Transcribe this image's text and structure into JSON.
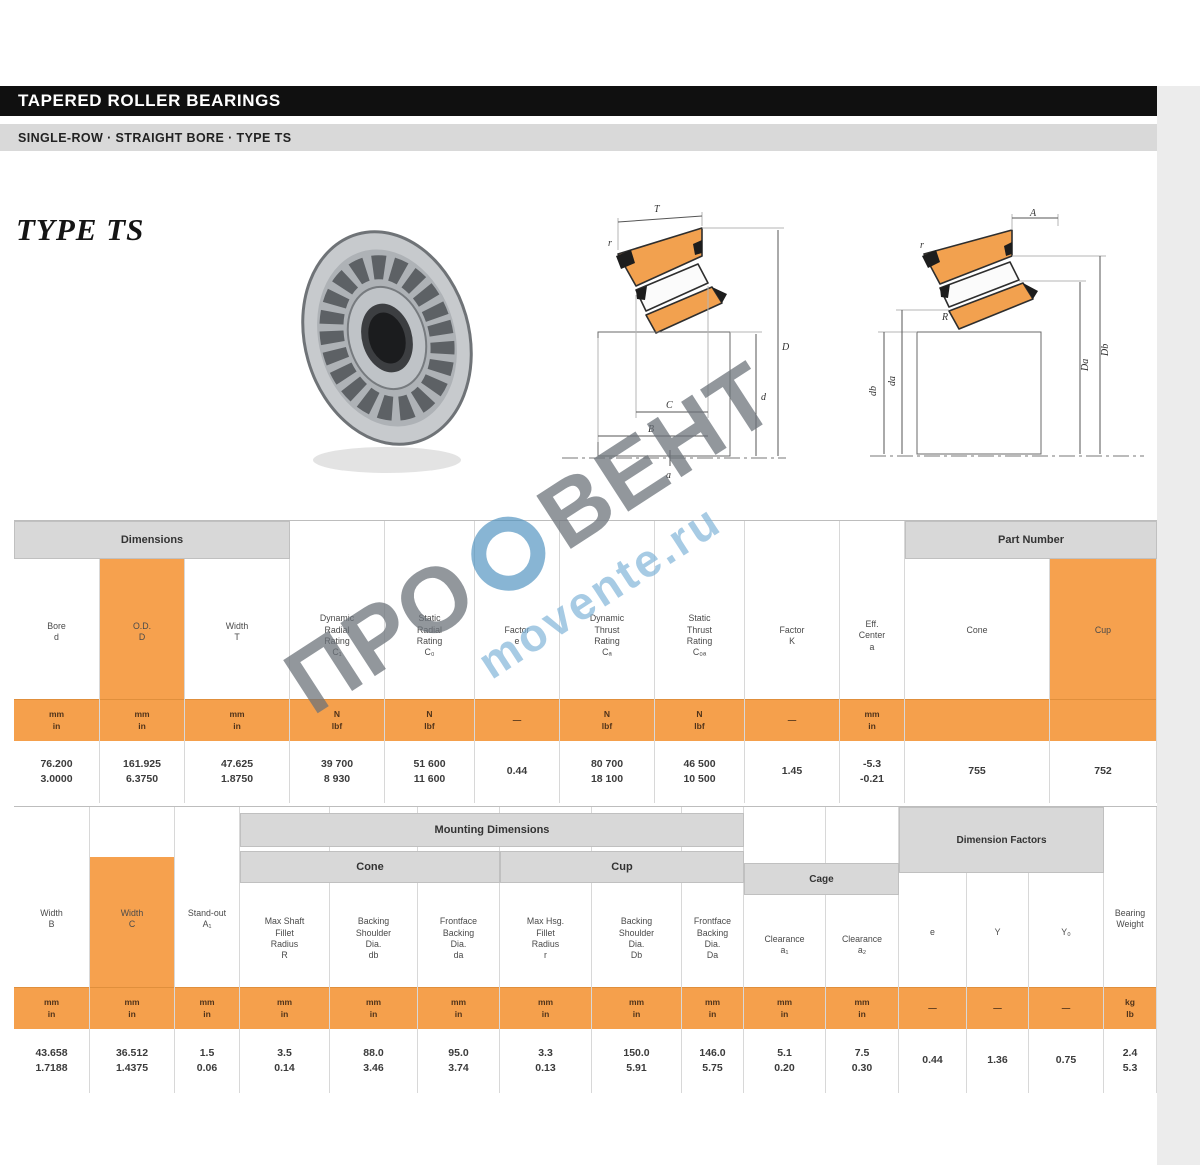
{
  "page": {
    "title": "TAPERED ROLLER BEARINGS",
    "subtitle": "SINGLE-ROW  ·  STRAIGHT BORE  ·  TYPE TS",
    "type_label": "TYPE TS"
  },
  "watermark": {
    "brand_left": "ПРО",
    "brand_right": "ВЕНТ",
    "site": "movente.ru"
  },
  "diagrams": {
    "d1": {
      "T": "T",
      "C": "C",
      "B": "B",
      "d": "d",
      "D": "D",
      "r": "r",
      "a": "a"
    },
    "d2": {
      "A": "A",
      "db": "db",
      "da": "da",
      "Db": "Db",
      "Da": "Da",
      "r": "r",
      "R": "R"
    }
  },
  "table1": {
    "sections": {
      "dimensions": "Dimensions",
      "part_number": "Part Number"
    },
    "columns": [
      {
        "label": "Bore\nd",
        "units": [
          "mm",
          "in"
        ],
        "values": [
          "76.200",
          "3.0000"
        ]
      },
      {
        "label": "O.D.\nD",
        "units": [
          "mm",
          "in"
        ],
        "values": [
          "161.925",
          "6.3750"
        ]
      },
      {
        "label": "Width\nT",
        "units": [
          "mm",
          "in"
        ],
        "values": [
          "47.625",
          "1.8750"
        ]
      },
      {
        "label": "Dynamic\nRadial\nRating\nC₁",
        "units": [
          "N",
          "lbf"
        ],
        "values": [
          "39 700",
          "8 930"
        ]
      },
      {
        "label": "Static\nRadial\nRating\nC₀",
        "units": [
          "N",
          "lbf"
        ],
        "values": [
          "51 600",
          "11 600"
        ]
      },
      {
        "label": "Factor\ne",
        "units": [
          "—"
        ],
        "values": [
          "0.44"
        ]
      },
      {
        "label": "Dynamic\nThrust\nRating\nCₐ",
        "units": [
          "N",
          "lbf"
        ],
        "values": [
          "80 700",
          "18 100"
        ]
      },
      {
        "label": "Static\nThrust\nRating\nC₀ₐ",
        "units": [
          "N",
          "lbf"
        ],
        "values": [
          "46 500",
          "10 500"
        ]
      },
      {
        "label": "Factor\nK",
        "units": [
          "—"
        ],
        "values": [
          "1.45"
        ]
      },
      {
        "label": "Eff.\nCenter\na",
        "units": [
          "mm",
          "in"
        ],
        "values": [
          "-5.3",
          "-0.21"
        ]
      },
      {
        "label": "Cone",
        "units": [
          " "
        ],
        "values": [
          "755"
        ]
      },
      {
        "label": "Cup",
        "units": [
          " "
        ],
        "values": [
          "752"
        ]
      }
    ]
  },
  "table2": {
    "sections": {
      "mounting": "Mounting Dimensions",
      "cone": "Cone",
      "cup": "Cup",
      "cage": "Cage",
      "factors": "Dimension Factors"
    },
    "columns": [
      {
        "label": "Width\nB",
        "units": [
          "mm",
          "in"
        ],
        "values": [
          "43.658",
          "1.7188"
        ]
      },
      {
        "label": "Width\nC",
        "units": [
          "mm",
          "in"
        ],
        "values": [
          "36.512",
          "1.4375"
        ]
      },
      {
        "label": "Stand-out\nA₁",
        "units": [
          "mm",
          "in"
        ],
        "values": [
          "1.5",
          "0.06"
        ]
      },
      {
        "label": "Max Shaft\nFillet\nRadius\nR",
        "units": [
          "mm",
          "in"
        ],
        "values": [
          "3.5",
          "0.14"
        ]
      },
      {
        "label": "Backing\nShoulder\nDia.\ndb",
        "units": [
          "mm",
          "in"
        ],
        "values": [
          "88.0",
          "3.46"
        ]
      },
      {
        "label": "Frontface\nBacking\nDia.\nda",
        "units": [
          "mm",
          "in"
        ],
        "values": [
          "95.0",
          "3.74"
        ]
      },
      {
        "label": "Max Hsg.\nFillet\nRadius\nr",
        "units": [
          "mm",
          "in"
        ],
        "values": [
          "3.3",
          "0.13"
        ]
      },
      {
        "label": "Backing\nShoulder\nDia.\nDb",
        "units": [
          "mm",
          "in"
        ],
        "values": [
          "150.0",
          "5.91"
        ]
      },
      {
        "label": "Frontface\nBacking\nDia.\nDa",
        "units": [
          "mm",
          "in"
        ],
        "values": [
          "146.0",
          "5.75"
        ]
      },
      {
        "label": "Clearance\na₁",
        "units": [
          "mm",
          "in"
        ],
        "values": [
          "5.1",
          "0.20"
        ]
      },
      {
        "label": "Clearance\na₂",
        "units": [
          "mm",
          "in"
        ],
        "values": [
          "7.5",
          "0.30"
        ]
      },
      {
        "label": "e",
        "units": [
          "—"
        ],
        "values": [
          "0.44"
        ]
      },
      {
        "label": "Y",
        "units": [
          "—"
        ],
        "values": [
          "1.36"
        ]
      },
      {
        "label": "Y₀",
        "units": [
          "—"
        ],
        "values": [
          "0.75"
        ]
      },
      {
        "label": "Bearing\nWeight",
        "units": [
          "kg",
          "lb"
        ],
        "values": [
          "2.4",
          "5.3"
        ]
      }
    ]
  }
}
